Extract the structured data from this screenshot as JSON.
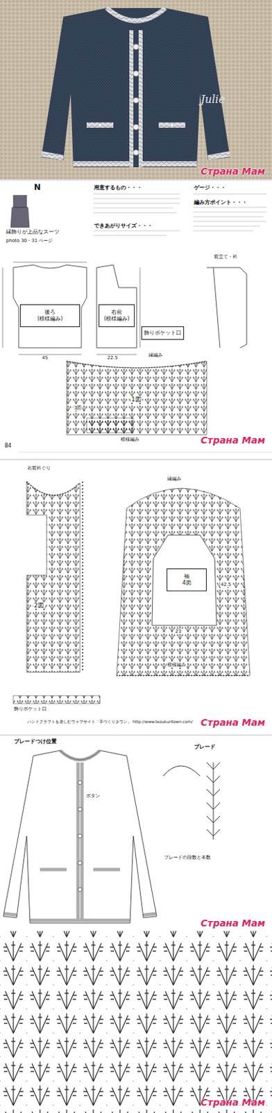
{
  "diagram": {
    "nodes": [
      {
        "text": [
          "後ろ",
          "(模様編み)"
        ]
      },
      {
        "text": [
          "右前",
          "(模様編み)"
        ]
      },
      {
        "text": [
          "飾りポケット口"
        ]
      },
      {
        "text": [
          "袖",
          "4図"
        ]
      }
    ],
    "labels": [
      "Julie",
      "Страна Мам",
      "N",
      "縁飾りが上品なスーツ",
      "photo 30・31 ページ",
      "用意するもの・・・",
      "ゲージ・・・",
      "編み方ポイント・・・",
      "できあがりサイズ・・・",
      "1図",
      "縁編み",
      "模様編み",
      "前立て・衿",
      "84",
      "Страна Мам",
      "2図",
      "右前衿ぐり",
      "縁編み",
      "模様編み",
      "飾りポケット口",
      "ハンドクラフトを楽しむウェブサイト「手づくりタウン」 http://www.tezukuritown.com/",
      "Страна Мам",
      "ブレードつけ位置",
      "ブレード",
      "ブレードの段数と本数",
      "ボタン",
      "Страна Мам",
      "45",
      "22.5",
      "23",
      "42.5",
      "3図",
      "Страна Мам"
    ]
  }
}
